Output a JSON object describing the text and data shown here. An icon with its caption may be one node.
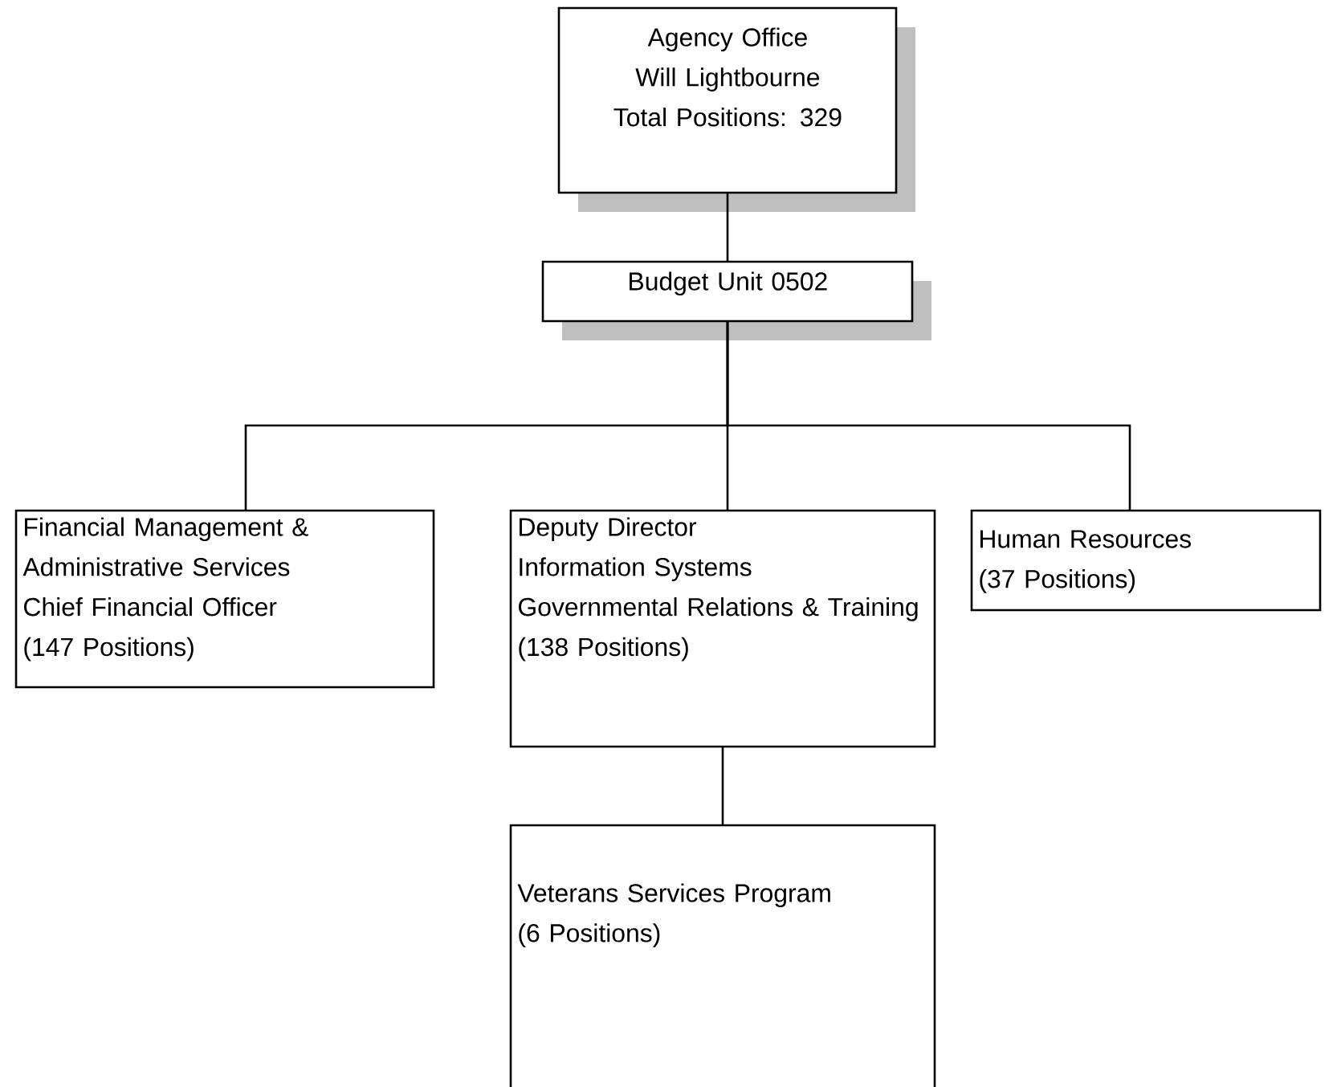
{
  "diagram": {
    "nodes": [
      {
        "text": [
          "Agency Office",
          "Will Lightbourne",
          "Total Positions: 329"
        ]
      },
      {
        "text": [
          "Budget Unit 0502"
        ]
      },
      {
        "text": [
          "Financial Management & Administrative Services",
          "Chief Financial Officer",
          "(147 Positions)"
        ]
      },
      {
        "text": [
          "Deputy Director",
          "Information Systems",
          "Governmental Relations & Training",
          "(138 Positions)"
        ]
      },
      {
        "text": [
          "Human Resources",
          "(37 Positions)"
        ]
      },
      {
        "text": [
          "Veterans Services Program",
          "(6 Positions)"
        ]
      }
    ],
    "edges": [
      {
        "from": 0,
        "to": 1,
        "arrow": "none"
      },
      {
        "from": 1,
        "to": 2,
        "arrow": "none"
      },
      {
        "from": 1,
        "to": 3,
        "arrow": "none"
      },
      {
        "from": 1,
        "to": 4,
        "arrow": "none"
      },
      {
        "from": 3,
        "to": 5,
        "arrow": "none"
      }
    ]
  }
}
